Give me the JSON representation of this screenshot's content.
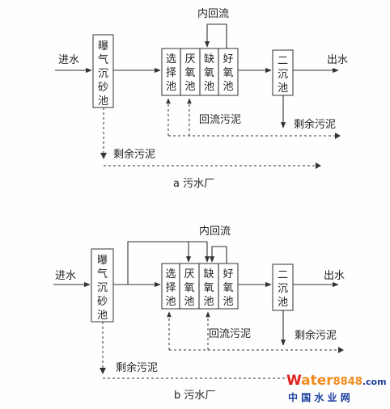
{
  "diagram_a": {
    "inlet": "进水",
    "grit_chamber": "曝气沉砂池",
    "tanks": [
      "选择池",
      "厌氧池",
      "缺氧池",
      "好氧池"
    ],
    "clarifier": "二沉池",
    "outlet": "出水",
    "internal_recycle": "内回流",
    "return_sludge": "回流污泥",
    "excess_sludge_right": "剩余污泥",
    "excess_sludge_left": "剩余污泥",
    "caption": "a 污水厂"
  },
  "diagram_b": {
    "inlet": "进水",
    "grit_chamber": "曝气沉砂池",
    "tanks": [
      "选择池",
      "厌氧池",
      "缺氧池",
      "好氧池"
    ],
    "clarifier": "二沉池",
    "outlet": "出水",
    "internal_recycle": "内回流",
    "return_sludge": "回流污泥",
    "excess_sludge_right": "剩余污泥",
    "excess_sludge_left": "剩余污泥",
    "caption": "b 污水厂"
  },
  "watermark": {
    "brand_latin_1": "W",
    "brand_latin_2": "ater",
    "brand_digits": "8848",
    "brand_suffix": ".com",
    "brand_cn": "中 国 水 业 网",
    "color_red": "#e0201c",
    "color_orange": "#f08a1c",
    "color_blue": "#1a3d9c"
  }
}
